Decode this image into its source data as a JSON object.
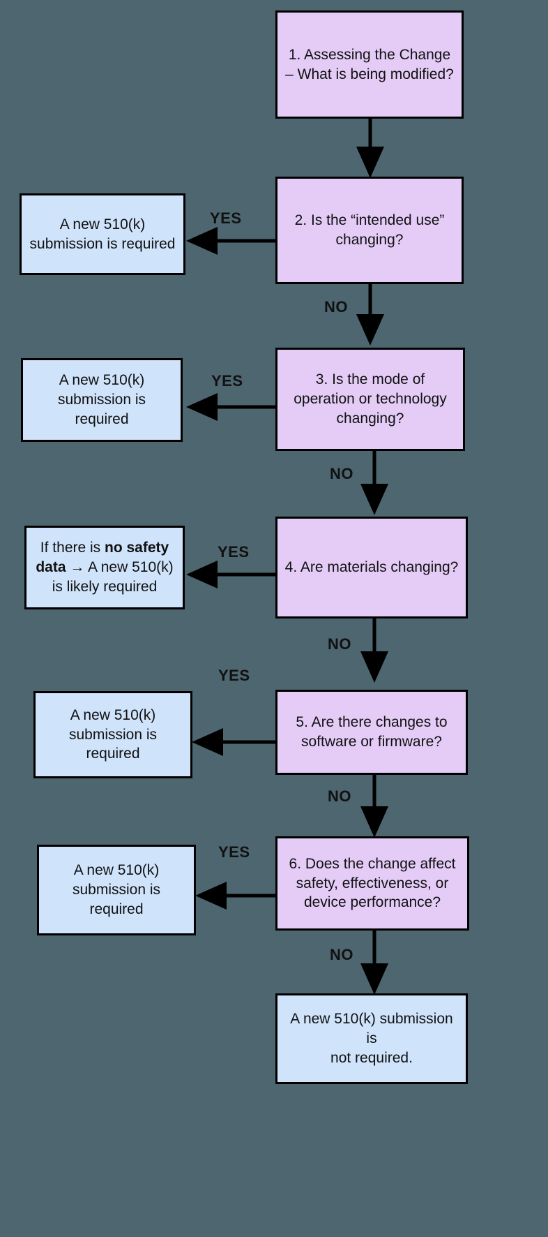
{
  "diagram": {
    "title": "510(k) Change Assessment Decision Flowchart",
    "background_color": "#4d6670",
    "decision_color": "#e4ccf7",
    "outcome_color": "#cfe3fb",
    "border_color": "#000000",
    "nodes": [
      {
        "id": "n1",
        "kind": "decision",
        "text": "1. Assessing the Change – What is being modified?"
      },
      {
        "id": "n2",
        "kind": "decision",
        "text": "2. Is the “intended use” changing?"
      },
      {
        "id": "n2yes",
        "kind": "outcome",
        "text": "A new 510(k) submission is required"
      },
      {
        "id": "n3",
        "kind": "decision",
        "text": "3. Is the mode of operation or technology changing?"
      },
      {
        "id": "n3yes",
        "kind": "outcome",
        "text": "A new 510(k) submission is required"
      },
      {
        "id": "n4",
        "kind": "decision",
        "text": "4. Are materials changing?"
      },
      {
        "id": "n4yes",
        "kind": "outcome",
        "text_prefix": "If there is ",
        "text_bold": "no safety data",
        "text_suffix": " → A new 510(k) is likely required"
      },
      {
        "id": "n5",
        "kind": "decision",
        "text": "5. Are there changes to software or firmware?"
      },
      {
        "id": "n5yes",
        "kind": "outcome",
        "text": "A new 510(k) submission is required"
      },
      {
        "id": "n6",
        "kind": "decision",
        "text": "6. Does the change affect safety, effectiveness, or device performance?"
      },
      {
        "id": "n6yes",
        "kind": "outcome",
        "text": "A new 510(k) submission is required"
      },
      {
        "id": "nend",
        "kind": "outcome",
        "text": "A new 510(k) submission is\nnot required."
      }
    ],
    "edge_labels": {
      "yes_2": "YES",
      "no_2": "NO",
      "yes_3": "YES",
      "no_3": "NO",
      "yes_4": "YES",
      "no_4": "NO",
      "yes_5": "YES",
      "no_5": "NO",
      "yes_6": "YES",
      "no_6": "NO"
    }
  }
}
